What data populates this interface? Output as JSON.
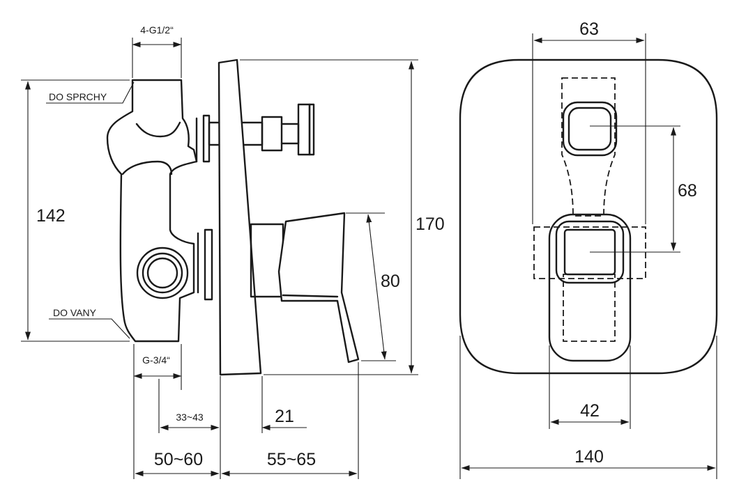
{
  "labels": {
    "outlet_shower": "DO SPRCHY",
    "outlet_bath": "DO VANY",
    "thread_outlets": "4-G1/2“",
    "thread_inlet": "G-3/4“"
  },
  "dimensions": {
    "body_height": "142",
    "total_height": "170",
    "lever_height": "80",
    "body_depth": "33~43",
    "plate_to_lever": "21",
    "wall_depth": "50~60",
    "lever_reach": "55~65",
    "axis_width": "63",
    "axis_distance": "68",
    "lever_width": "42",
    "plate_width": "140"
  },
  "colors": {
    "line": "#1a1a1a",
    "background": "#ffffff"
  }
}
